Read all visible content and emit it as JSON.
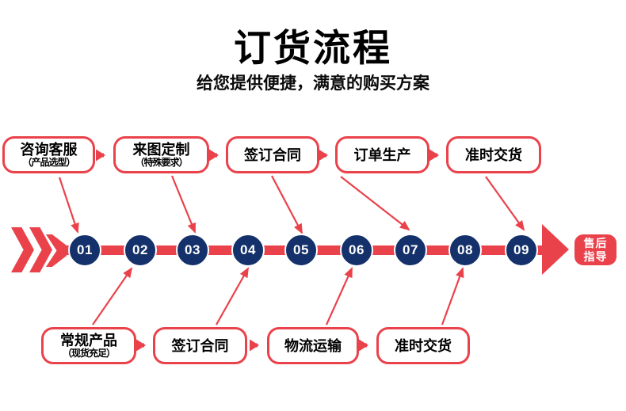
{
  "header": {
    "title": "订货流程",
    "subtitle": "给您提供便捷，满意的购买方案"
  },
  "colors": {
    "red": "#ea424b",
    "navy": "#14316b",
    "white": "#ffffff",
    "text": "#000000"
  },
  "top_flow": [
    {
      "label": "咨询客服",
      "sub": "（产品选型）"
    },
    {
      "label": "来图定制",
      "sub": "（特殊要求）"
    },
    {
      "label": "签订合同",
      "sub": ""
    },
    {
      "label": "订单生产",
      "sub": ""
    },
    {
      "label": "准时交货",
      "sub": ""
    }
  ],
  "bottom_flow": [
    {
      "label": "常规产品",
      "sub": "（现货充足）"
    },
    {
      "label": "签订合同",
      "sub": ""
    },
    {
      "label": "物流运输",
      "sub": ""
    },
    {
      "label": "准时交货",
      "sub": ""
    }
  ],
  "timeline": {
    "steps": [
      "01",
      "02",
      "03",
      "04",
      "05",
      "06",
      "07",
      "08",
      "09"
    ],
    "end_lines": [
      "售后",
      "指导"
    ]
  }
}
